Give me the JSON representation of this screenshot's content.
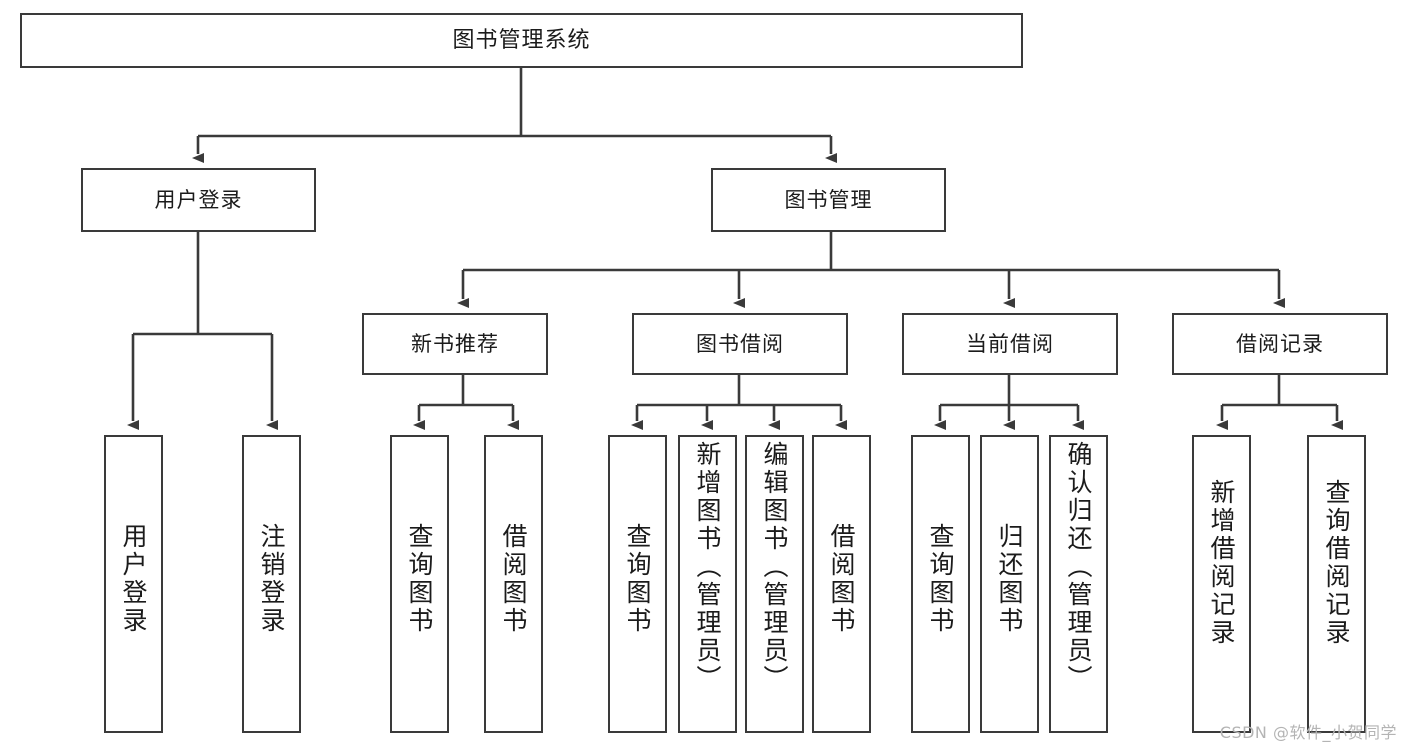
{
  "diagram": {
    "type": "tree-flowchart",
    "title": "图书管理系统",
    "watermark": "CSDN @软件_小贺同学",
    "style": {
      "box_border_color": "#3a3a3a",
      "box_fill_color": "#ffffff",
      "line_color": "#3a3a3a",
      "text_color": "#1b1b1b",
      "background_color": "#ffffff",
      "watermark_color": "#b4b4b4"
    },
    "nodes": {
      "root": {
        "label": "图书管理系统",
        "level": 0,
        "orientation": "horizontal"
      },
      "user_login": {
        "label": "用户登录",
        "level": 1,
        "orientation": "horizontal"
      },
      "book_manage": {
        "label": "图书管理",
        "level": 1,
        "orientation": "horizontal"
      },
      "new_book_rec": {
        "label": "新书推荐",
        "level": 2,
        "orientation": "horizontal"
      },
      "book_borrow": {
        "label": "图书借阅",
        "level": 2,
        "orientation": "horizontal"
      },
      "current_borrow": {
        "label": "当前借阅",
        "level": 2,
        "orientation": "horizontal"
      },
      "borrow_record": {
        "label": "借阅记录",
        "level": 2,
        "orientation": "horizontal"
      },
      "leaf_user_login": {
        "label": "用户登录",
        "level": 3,
        "orientation": "vertical"
      },
      "leaf_logout": {
        "label": "注销登录",
        "level": 3,
        "orientation": "vertical"
      },
      "leaf_query_book_1": {
        "label": "查询图书",
        "level": 3,
        "orientation": "vertical"
      },
      "leaf_borrow_book_1": {
        "label": "借阅图书",
        "level": 3,
        "orientation": "vertical"
      },
      "leaf_query_book_2": {
        "label": "查询图书",
        "level": 3,
        "orientation": "vertical"
      },
      "leaf_add_book": {
        "label": "新增图书（管理员）",
        "level": 3,
        "orientation": "vertical"
      },
      "leaf_edit_book": {
        "label": "编辑图书（管理员）",
        "level": 3,
        "orientation": "vertical"
      },
      "leaf_borrow_book_2": {
        "label": "借阅图书",
        "level": 3,
        "orientation": "vertical"
      },
      "leaf_query_book_3": {
        "label": "查询图书",
        "level": 3,
        "orientation": "vertical"
      },
      "leaf_return_book": {
        "label": "归还图书",
        "level": 3,
        "orientation": "vertical"
      },
      "leaf_confirm_return": {
        "label": "确认归还（管理员）",
        "level": 3,
        "orientation": "vertical"
      },
      "leaf_add_record": {
        "label": "新增借阅记录",
        "level": 3,
        "orientation": "vertical"
      },
      "leaf_query_record": {
        "label": "查询借阅记录",
        "level": 3,
        "orientation": "vertical"
      }
    },
    "edges": [
      {
        "from": "root",
        "to": "user_login"
      },
      {
        "from": "root",
        "to": "book_manage"
      },
      {
        "from": "user_login",
        "to": "leaf_user_login"
      },
      {
        "from": "user_login",
        "to": "leaf_logout"
      },
      {
        "from": "book_manage",
        "to": "new_book_rec"
      },
      {
        "from": "book_manage",
        "to": "book_borrow"
      },
      {
        "from": "book_manage",
        "to": "current_borrow"
      },
      {
        "from": "book_manage",
        "to": "borrow_record"
      },
      {
        "from": "new_book_rec",
        "to": "leaf_query_book_1"
      },
      {
        "from": "new_book_rec",
        "to": "leaf_borrow_book_1"
      },
      {
        "from": "book_borrow",
        "to": "leaf_query_book_2"
      },
      {
        "from": "book_borrow",
        "to": "leaf_add_book"
      },
      {
        "from": "book_borrow",
        "to": "leaf_edit_book"
      },
      {
        "from": "book_borrow",
        "to": "leaf_borrow_book_2"
      },
      {
        "from": "current_borrow",
        "to": "leaf_query_book_3"
      },
      {
        "from": "current_borrow",
        "to": "leaf_return_book"
      },
      {
        "from": "current_borrow",
        "to": "leaf_confirm_return"
      },
      {
        "from": "borrow_record",
        "to": "leaf_add_record"
      },
      {
        "from": "borrow_record",
        "to": "leaf_query_record"
      }
    ]
  }
}
